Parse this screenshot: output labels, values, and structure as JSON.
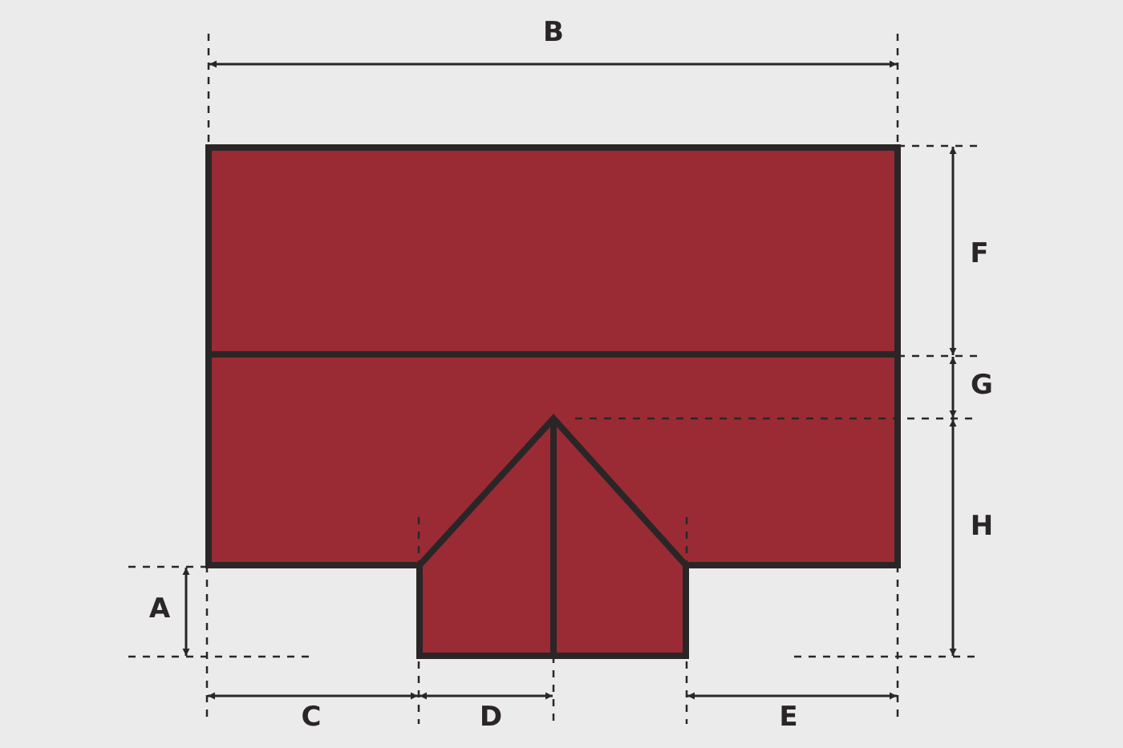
{
  "diagram": {
    "labels": {
      "A": "A",
      "B": "B",
      "C": "C",
      "D": "D",
      "E": "E",
      "F": "F",
      "G": "G",
      "H": "H"
    },
    "colors": {
      "background": "#ebebeb",
      "roof_fill": "#9a2b34",
      "outline": "#2a2627",
      "dimension": "#2a2627"
    }
  }
}
